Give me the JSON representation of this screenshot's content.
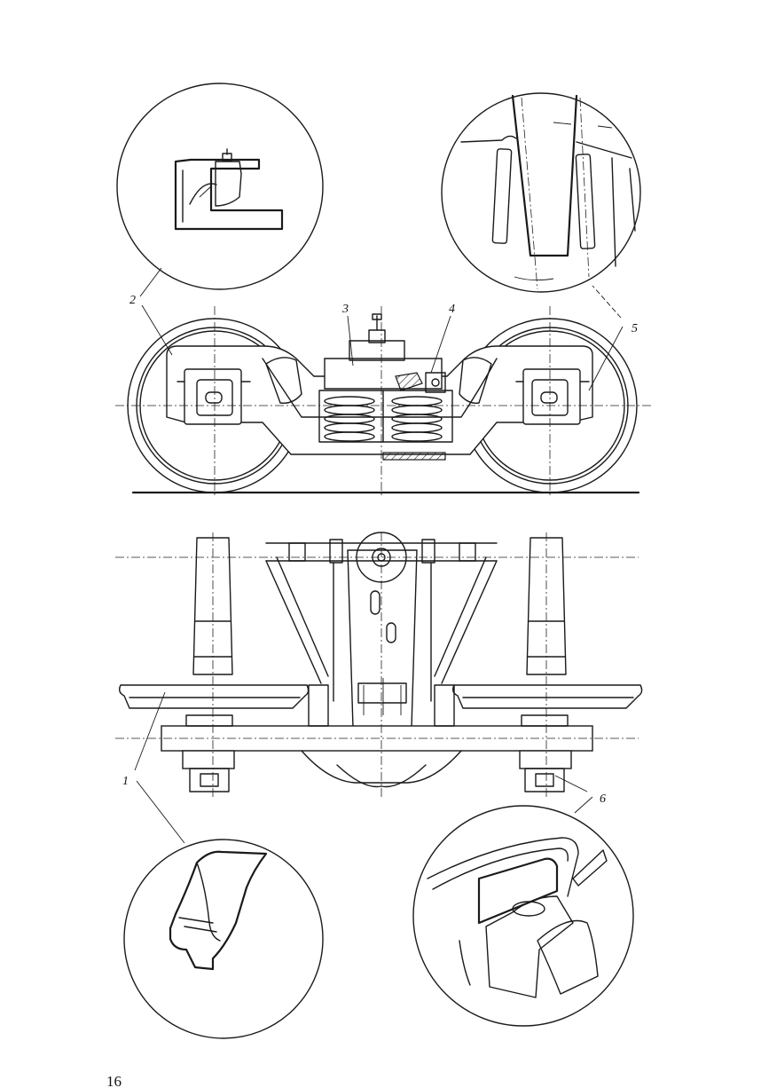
{
  "labels": {
    "l1": "1",
    "l2": "2",
    "l3": "3",
    "l4": "4",
    "l5": "5",
    "l6": "6"
  },
  "page_number": "16"
}
